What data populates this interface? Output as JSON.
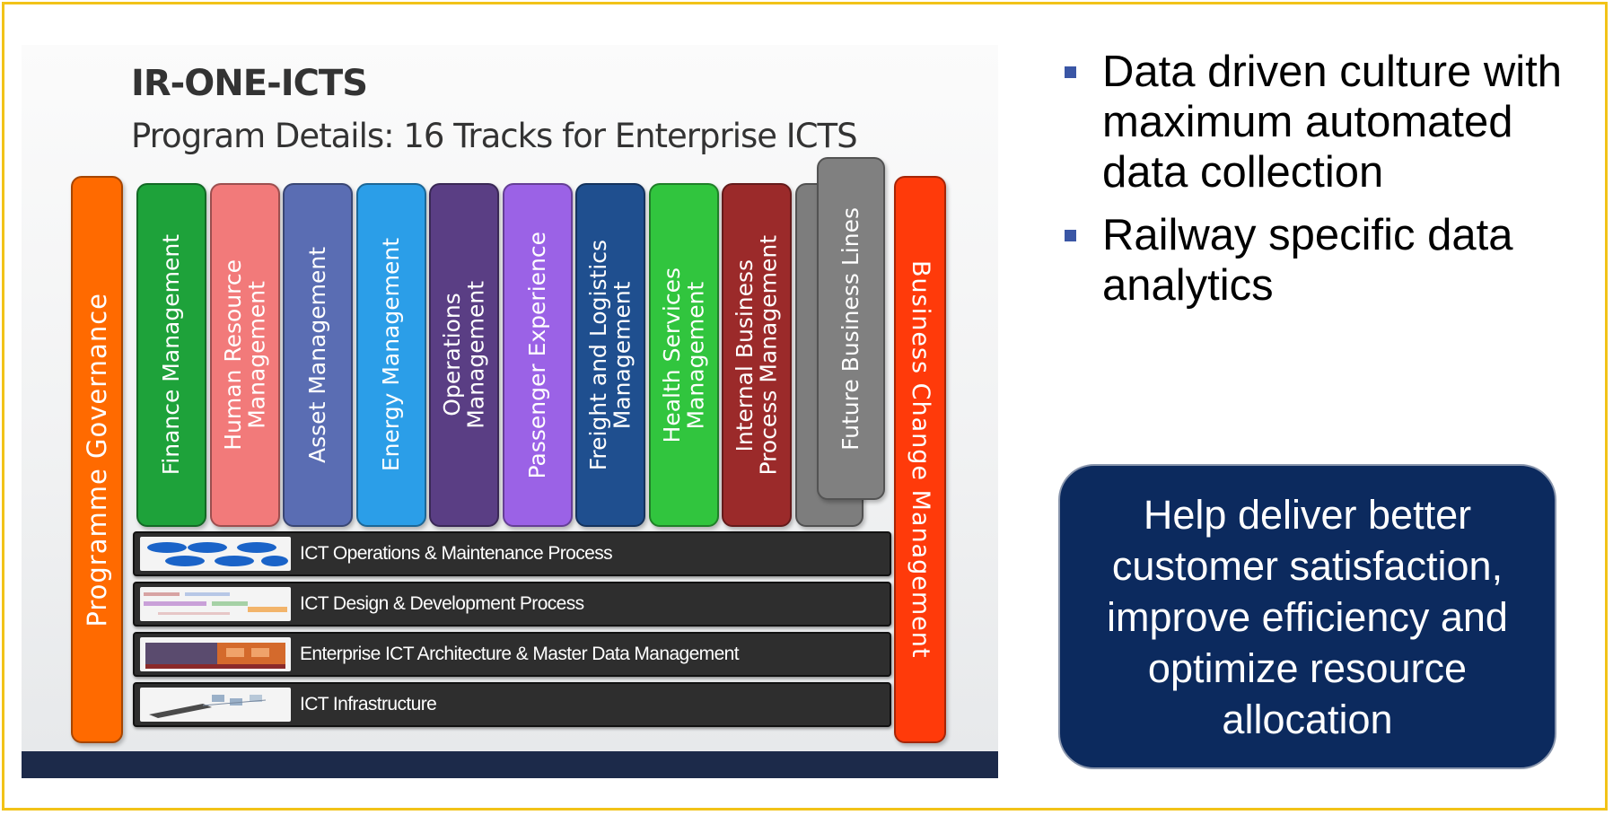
{
  "slide": {
    "title": "IR-ONE-ICTS",
    "subtitle": "Program Details: 16 Tracks for Enterprise ICTS",
    "left_pillar": "Programme Governance",
    "right_pillar": "Business Change Management",
    "tracks_vertical": [
      {
        "label": "Finance Management",
        "color": "#1ea23a"
      },
      {
        "label": "Human Resource\nManagement",
        "color": "#f27a7a"
      },
      {
        "label": "Asset Management",
        "color": "#5a6db3"
      },
      {
        "label": "Energy Management",
        "color": "#2b9ee8"
      },
      {
        "label": "Operations\nManagement",
        "color": "#5a3e84"
      },
      {
        "label": "Passenger Experience",
        "color": "#9b62e6"
      },
      {
        "label": "Freight and Logistics\nManagement",
        "color": "#1f4f8f"
      },
      {
        "label": "Health Services\nManagement",
        "color": "#31c53e"
      },
      {
        "label": "Internal Business\nProcess Management",
        "color": "#9b2a2a"
      },
      {
        "label": "Future Business Lines",
        "color": "#808080"
      }
    ],
    "tracks_horizontal": [
      {
        "label": "ICT Operations & Maintenance Process"
      },
      {
        "label": "ICT Design & Development Process"
      },
      {
        "label": "Enterprise ICT Architecture & Master Data Management"
      },
      {
        "label": "ICT Infrastructure"
      }
    ]
  },
  "bullets": [
    "Data driven culture with maximum automated data collection",
    "Railway specific data analytics"
  ],
  "callout": "Help deliver better customer satisfaction, improve efficiency and optimize resource allocation",
  "colors": {
    "governance": "#ff6a00",
    "change_management": "#ff3a0a",
    "frame_border": "#f2c318",
    "callout_bg": "#0c2a5e",
    "bullet_marker": "#3a56a5"
  }
}
